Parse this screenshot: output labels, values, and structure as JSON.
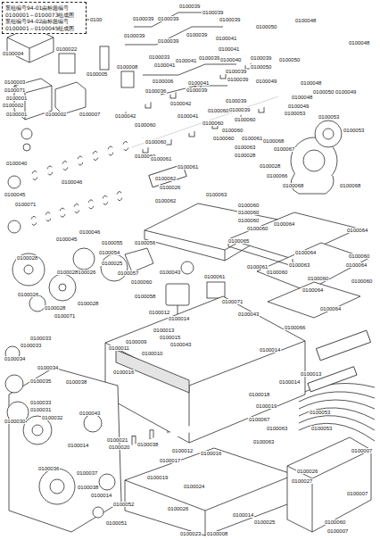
{
  "diagram": {
    "nodes": [
      {
        "text": [
          "泵组编号94-01由标题编号 0100001～0100073组成图",
          "泵组编号94-02由标题编号 0100001～0100045组成图"
        ]
      }
    ],
    "labels": [
      "0100",
      "0100004",
      "0100022",
      "0100039",
      "0100039",
      "0100039",
      "0100039",
      "0100039",
      "0100039",
      "0100039",
      "0100039",
      "0100033",
      "0100008",
      "0100005",
      "0100003",
      "0100071",
      "0100001",
      "0100002",
      "0100001",
      "0100002",
      "0100007",
      "0100041",
      "0100006",
      "0100036",
      "0100041",
      "0100041",
      "0100041",
      "0100039",
      "0100040",
      "0100039",
      "0100039",
      "0100041",
      "0100039",
      "0100042",
      "0100042",
      "0100041",
      "0100039",
      "0100039",
      "0100050",
      "0100048",
      "0100048",
      "0100050",
      "0100039",
      "0100050",
      "0100049",
      "0100048",
      "0100050",
      "0100049",
      "0100048",
      "0100049",
      "0100053",
      "0100053",
      "0100053",
      "0100060",
      "0100060",
      "0100060",
      "0100060",
      "0100060",
      "0100060",
      "0100060",
      "0100060",
      "0100061",
      "0100061",
      "0100061",
      "0100063",
      "0100028",
      "0100068",
      "0100067",
      "0100028",
      "0100066",
      "0100068",
      "0100068",
      "0100040",
      "0100045",
      "0100046",
      "0100071",
      "0100046",
      "0100045",
      "0100062",
      "0100026",
      "0100062",
      "0100063",
      "0100060",
      "0100060",
      "0100060",
      "0100060",
      "0100064",
      "0100064",
      "0100065",
      "0100061",
      "0100056",
      "0100055",
      "0100054",
      "0100025",
      "0100057",
      "0100043",
      "0100058",
      "0100060",
      "0100026",
      "0100028",
      "0100028",
      "0100026",
      "0100028",
      "0100028",
      "0100064",
      "0100063",
      "0100060",
      "0100064",
      "0100060",
      "0100064",
      "0100060",
      "0100064",
      "0100066",
      "0100061",
      "0100071",
      "0100043",
      "0100060",
      "0100012",
      "0100014",
      "0100013",
      "0100015",
      "0100010",
      "0100011",
      "0100071",
      "0100043",
      "0100014",
      "0100013",
      "0100014",
      "0100018",
      "0100019",
      "0100033",
      "0100033",
      "0100034",
      "0100034",
      "0100035",
      "0100033",
      "0100031",
      "0100032",
      "0100038",
      "0100016",
      "0100043",
      "0100038",
      "0100012",
      "0100017",
      "0100016",
      "0100021",
      "0100020",
      "0100030",
      "0100014",
      "0100019",
      "0100036",
      "0100037",
      "0100038",
      "0100014",
      "0100051",
      "0100052",
      "0100024",
      "0100026",
      "0100023",
      "0100008",
      "0100014",
      "0100025",
      "0100067",
      "0100063",
      "0100053",
      "0100053",
      "0100007",
      "0100007",
      "0100026",
      "0100027",
      "0100060",
      "0100007",
      "0100009",
      "0100063"
    ]
  }
}
